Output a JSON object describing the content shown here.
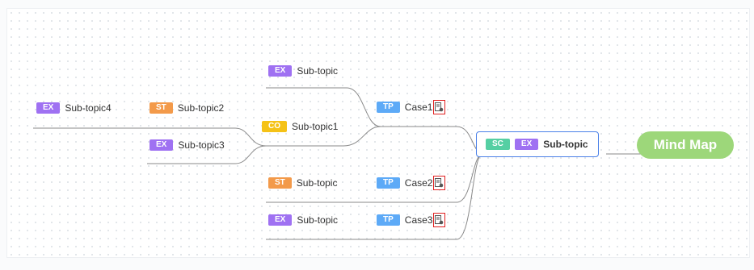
{
  "root": {
    "label": "Mind Map"
  },
  "central": {
    "tags": [
      "SC",
      "EX"
    ],
    "label": "Sub-topic"
  },
  "cases": [
    {
      "tag": "TP",
      "label": "Case1"
    },
    {
      "tag": "TP",
      "label": "Case2"
    },
    {
      "tag": "TP",
      "label": "Case3"
    }
  ],
  "case1_children": [
    {
      "tag": "EX",
      "label": "Sub-topic"
    },
    {
      "tag": "CO",
      "label": "Sub-topic1"
    }
  ],
  "co_children": [
    {
      "tag": "ST",
      "label": "Sub-topic2"
    },
    {
      "tag": "EX",
      "label": "Sub-topic3"
    }
  ],
  "st2_children": [
    {
      "tag": "EX",
      "label": "Sub-topic4"
    }
  ],
  "case2_children": [
    {
      "tag": "ST",
      "label": "Sub-topic"
    }
  ],
  "case3_children": [
    {
      "tag": "EX",
      "label": "Sub-topic"
    }
  ],
  "colors": {
    "TP": "#5daaf7",
    "EX": "#9f71f2",
    "ST": "#f39a4a",
    "CO": "#f5c217",
    "SC": "#55cfa3",
    "root": "#9dd77a",
    "central_border": "#4a80e8",
    "case_icon_border": "#e02020"
  },
  "icons": {
    "case_icon": "testcase-file-icon"
  }
}
